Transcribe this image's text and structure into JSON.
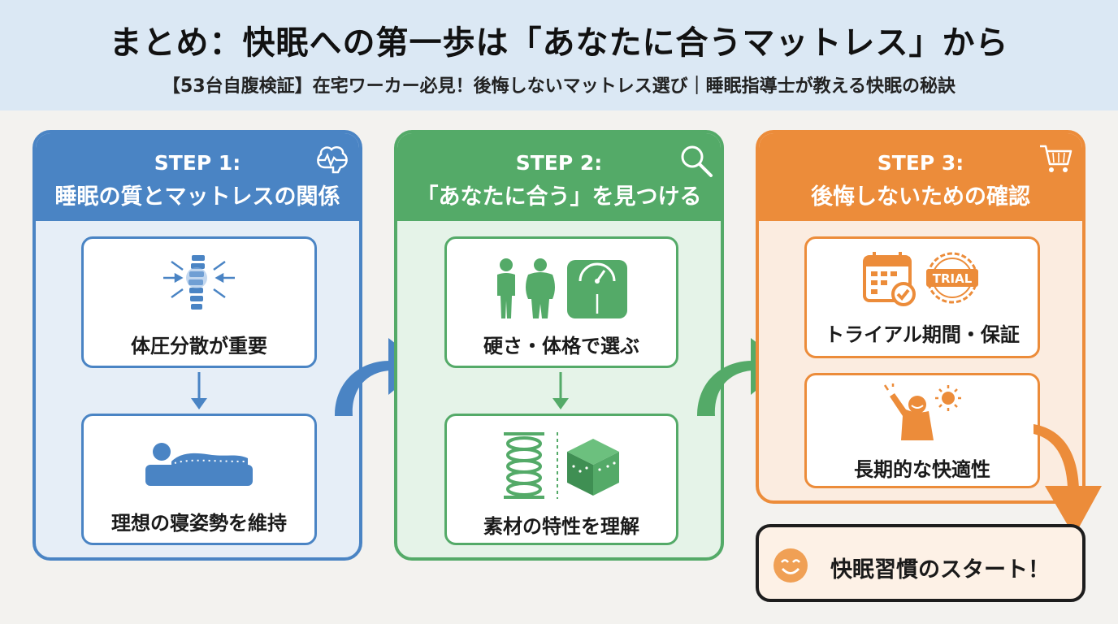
{
  "header": {
    "title": "まとめ：快眠への第一歩は「あなたに合うマットレス」から",
    "subtitle": "【53台自腹検証】在宅ワーカー必見！後悔しないマットレス選び｜睡眠指導士が教える快眠の秘訣"
  },
  "steps": [
    {
      "step": "STEP 1:",
      "title": "睡眠の質とマットレスの関係",
      "icon": "brain-icon",
      "cards": [
        {
          "label": "体圧分散が重要",
          "icon": "spine-pressure-icon"
        },
        {
          "label": "理想の寝姿勢を維持",
          "icon": "person-lying-on-mattress-icon"
        }
      ]
    },
    {
      "step": "STEP 2:",
      "title": "「あなたに合う」を見つける",
      "icon": "magnifier-icon",
      "cards": [
        {
          "label": "硬さ・体格で選ぶ",
          "icon": "body-types-and-scale-icon"
        },
        {
          "label": "素材の特性を理解",
          "icon": "spring-and-foam-icon"
        }
      ]
    },
    {
      "step": "STEP 3:",
      "title": "後悔しないための確認",
      "icon": "shopping-cart-icon",
      "cards": [
        {
          "label": "トライアル期間・保証",
          "icon": "calendar-and-trial-badge-icon",
          "badge": "TRIAL"
        },
        {
          "label": "長期的な快適性",
          "icon": "happy-person-sun-icon"
        }
      ]
    }
  ],
  "finish": {
    "label": "快眠習慣のスタート！",
    "icon": "smiley-icon"
  },
  "colors": {
    "header_bg": "#dbe8f4",
    "step1": "#4a84c4",
    "step2": "#54aa68",
    "step3": "#ec8c3a"
  }
}
